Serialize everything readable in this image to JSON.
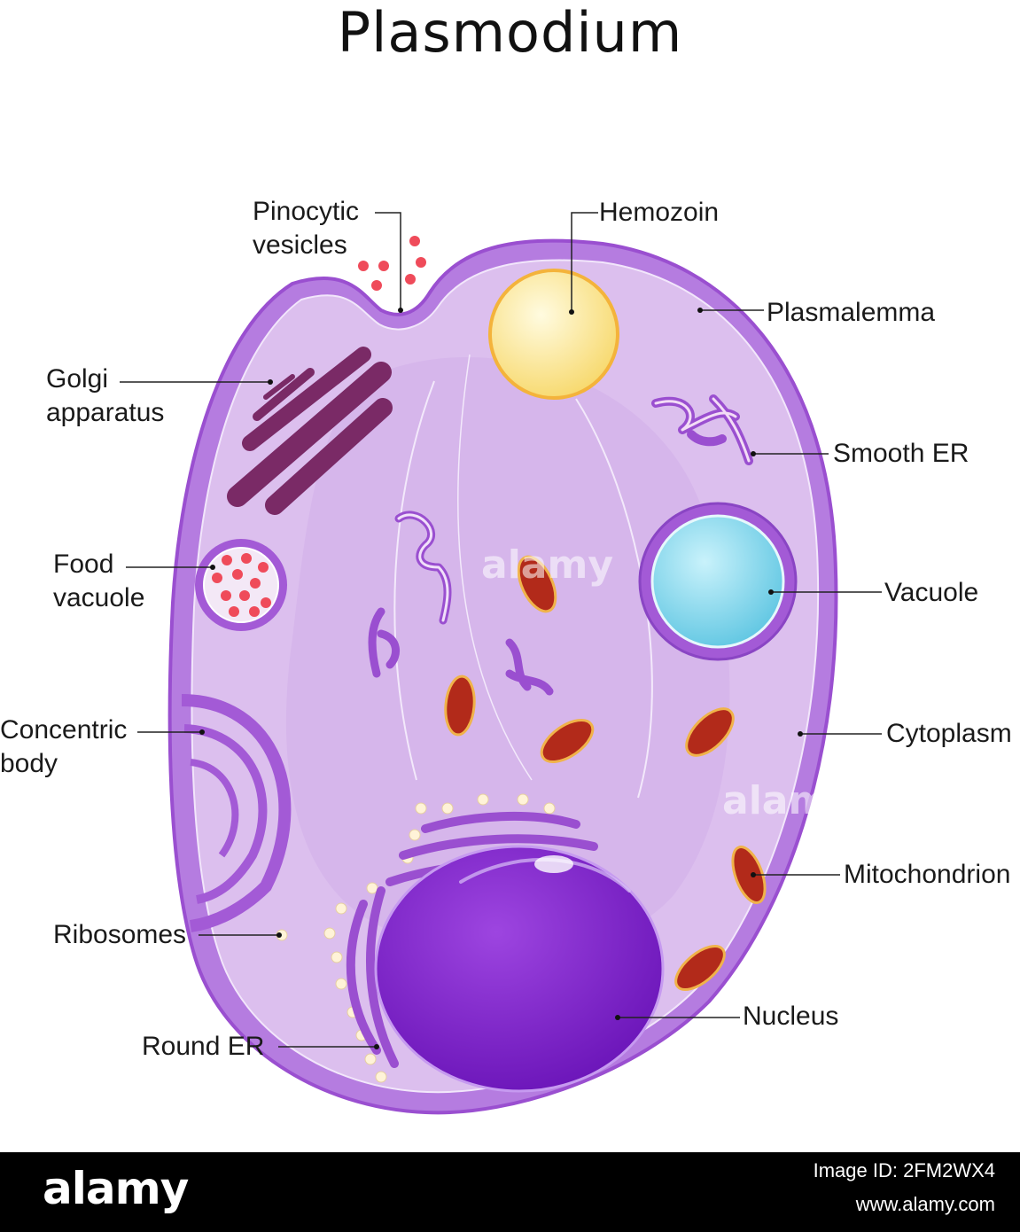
{
  "title": "Plasmodium",
  "labels": {
    "pinocytic_line1": "Pinocytic",
    "pinocytic_line2": "vesicles",
    "hemozoin": "Hemozoin",
    "plasmalemma": "Plasmalemma",
    "golgi_line1": "Golgi",
    "golgi_line2": "apparatus",
    "smooth_er": "Smooth ER",
    "food_line1": "Food",
    "food_line2": "vacuole",
    "vacuole": "Vacuole",
    "concentric_line1": "Concentric",
    "concentric_line2": "body",
    "cytoplasm": "Cytoplasm",
    "mitochondrion": "Mitochondrion",
    "ribosomes": "Ribosomes",
    "nucleus": "Nucleus",
    "round_er": "Round ER"
  },
  "watermark": "alamy",
  "footer": {
    "brand": "alamy",
    "image_id": "Image ID: 2FM2WX4",
    "site": "www.alamy.com"
  },
  "colors": {
    "membrane": "#a35ad6",
    "cytoplasm": "#dcbfee",
    "nucleus": "#8a2bd2",
    "golgi": "#7a2a66",
    "mitochondrion": "#b22a1a",
    "vacuole": "#6fd0e8",
    "hemozoin": "#fff3a0",
    "vesicle": "#ef4b5a"
  }
}
